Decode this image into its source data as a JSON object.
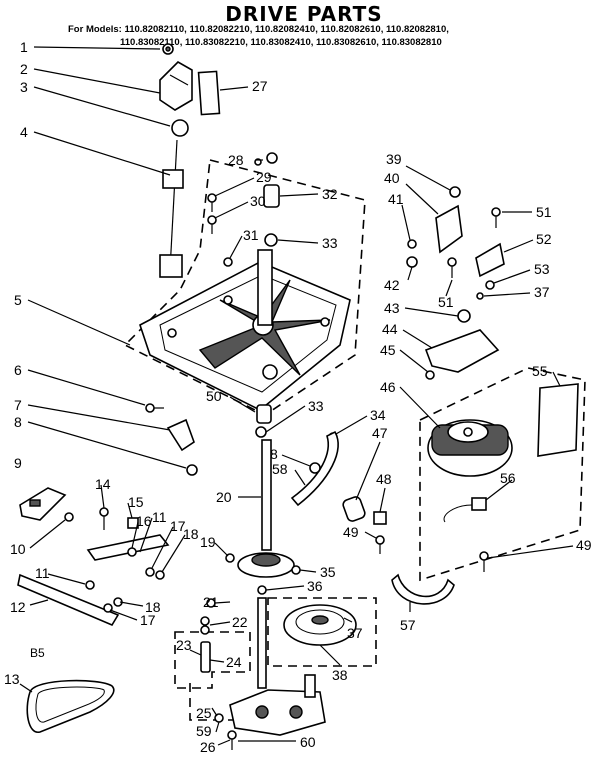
{
  "title": "DRIVE PARTS",
  "models_line1": "For Models: 110.82082110, 110.82082210, 110.82082410, 110.82082610, 110.82082810,",
  "models_line2": "110.83082110, 110.83082210, 110.83082410, 110.83082610, 110.83082810",
  "section_code": "B5",
  "callouts": [
    "1",
    "2",
    "3",
    "4",
    "5",
    "6",
    "7",
    "8",
    "9",
    "10",
    "11",
    "12",
    "13",
    "14",
    "15",
    "16",
    "11",
    "17",
    "18",
    "19",
    "11",
    "18",
    "17",
    "20",
    "21",
    "22",
    "23",
    "24",
    "25",
    "59",
    "26",
    "60",
    "27",
    "28",
    "29",
    "30",
    "31",
    "32",
    "33",
    "50",
    "33",
    "34",
    "8",
    "58",
    "35",
    "36",
    "37",
    "38",
    "39",
    "40",
    "41",
    "42",
    "51",
    "43",
    "44",
    "45",
    "46",
    "47",
    "48",
    "49",
    "51",
    "52",
    "53",
    "37",
    "55",
    "56",
    "49",
    "57"
  ]
}
